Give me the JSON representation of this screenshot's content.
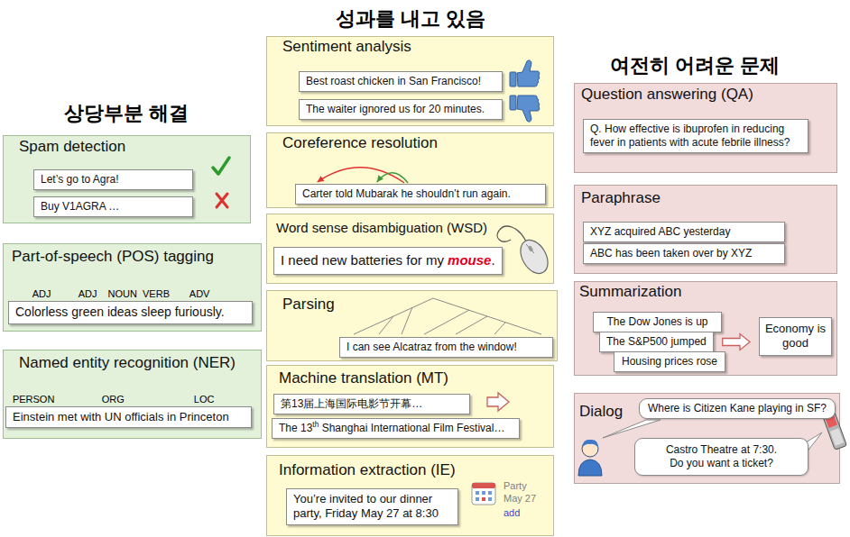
{
  "diagram": {
    "nodes": [
      {
        "text": [
          "Spam detection"
        ]
      },
      {
        "text": [
          "Let’s go to Agra!"
        ],
        "in": 0
      },
      {
        "text": [
          "Buy V1AGRA …"
        ],
        "in": 0
      },
      {
        "text": [
          "Part-of-speech (POS) tagging"
        ]
      },
      {
        "text": [
          "Colorless green ideas sleep furiously."
        ],
        "in": 3
      },
      {
        "text": [
          "Named entity recognition (NER)"
        ]
      },
      {
        "text": [
          "Einstein met with UN officials in Princeton"
        ],
        "in": 5
      },
      {
        "text": [
          "Sentiment analysis"
        ]
      },
      {
        "text": [
          "Best roast chicken in San Francisco!"
        ],
        "in": 7
      },
      {
        "text": [
          "The waiter ignored us for 20 minutes."
        ],
        "in": 7
      },
      {
        "text": [
          "Coreference resolution"
        ]
      },
      {
        "text": [
          "Carter told Mubarak he shouldn’t run again."
        ],
        "in": 10
      },
      {
        "text": [
          "Word sense disambiguation (WSD)"
        ]
      },
      {
        "text": [
          "I need new batteries for my mouse."
        ],
        "in": 12
      },
      {
        "text": [
          "Parsing"
        ]
      },
      {
        "text": [
          "I can see Alcatraz from the window!"
        ],
        "in": 14
      },
      {
        "text": [
          "Machine translation (MT)"
        ]
      },
      {
        "text": [
          "第13届上海国际电影节开幕…"
        ],
        "in": 16
      },
      {
        "text": [
          "The 13th Shanghai International Film Festival…"
        ],
        "in": 16
      },
      {
        "text": [
          "Information extraction (IE)"
        ]
      },
      {
        "text": [
          "You’re invited to our dinner party, Friday May 27 at 8:30"
        ],
        "in": 19
      },
      {
        "text": [
          "Question answering (QA)"
        ]
      },
      {
        "text": [
          "Q. How effective is ibuprofen in reducing fever in patients with acute febrile illness?"
        ],
        "in": 21
      },
      {
        "text": [
          "Paraphrase"
        ]
      },
      {
        "text": [
          "XYZ acquired ABC yesterday"
        ],
        "in": 23
      },
      {
        "text": [
          "ABC has been taken over by XYZ"
        ],
        "in": 23
      },
      {
        "text": [
          "Summarization"
        ]
      },
      {
        "text": [
          "The Dow Jones is up"
        ],
        "in": 26
      },
      {
        "text": [
          "The S&P500 jumped"
        ],
        "in": 26
      },
      {
        "text": [
          "Housing prices rose"
        ],
        "in": 26
      },
      {
        "text": [
          "Economy is good"
        ],
        "in": 26
      },
      {
        "text": [
          "Dialog"
        ]
      },
      {
        "text": [
          "Where is Citizen Kane playing in SF?"
        ],
        "in": 31
      },
      {
        "text": [
          "Castro Theatre at 7:30. Do you want a ticket?"
        ],
        "in": 31
      }
    ],
    "edges": [
      {
        "from": 28,
        "to": 30,
        "arrow": "to"
      }
    ],
    "labels": [
      "성과를 내고 있음",
      "여전히 어려운 문제",
      "상당부분 해결",
      "ADJ",
      "ADJ",
      "NOUN",
      "VERB",
      "ADV",
      "PERSON",
      "ORG",
      "LOC",
      "Party",
      "May 27",
      "add"
    ]
  }
}
